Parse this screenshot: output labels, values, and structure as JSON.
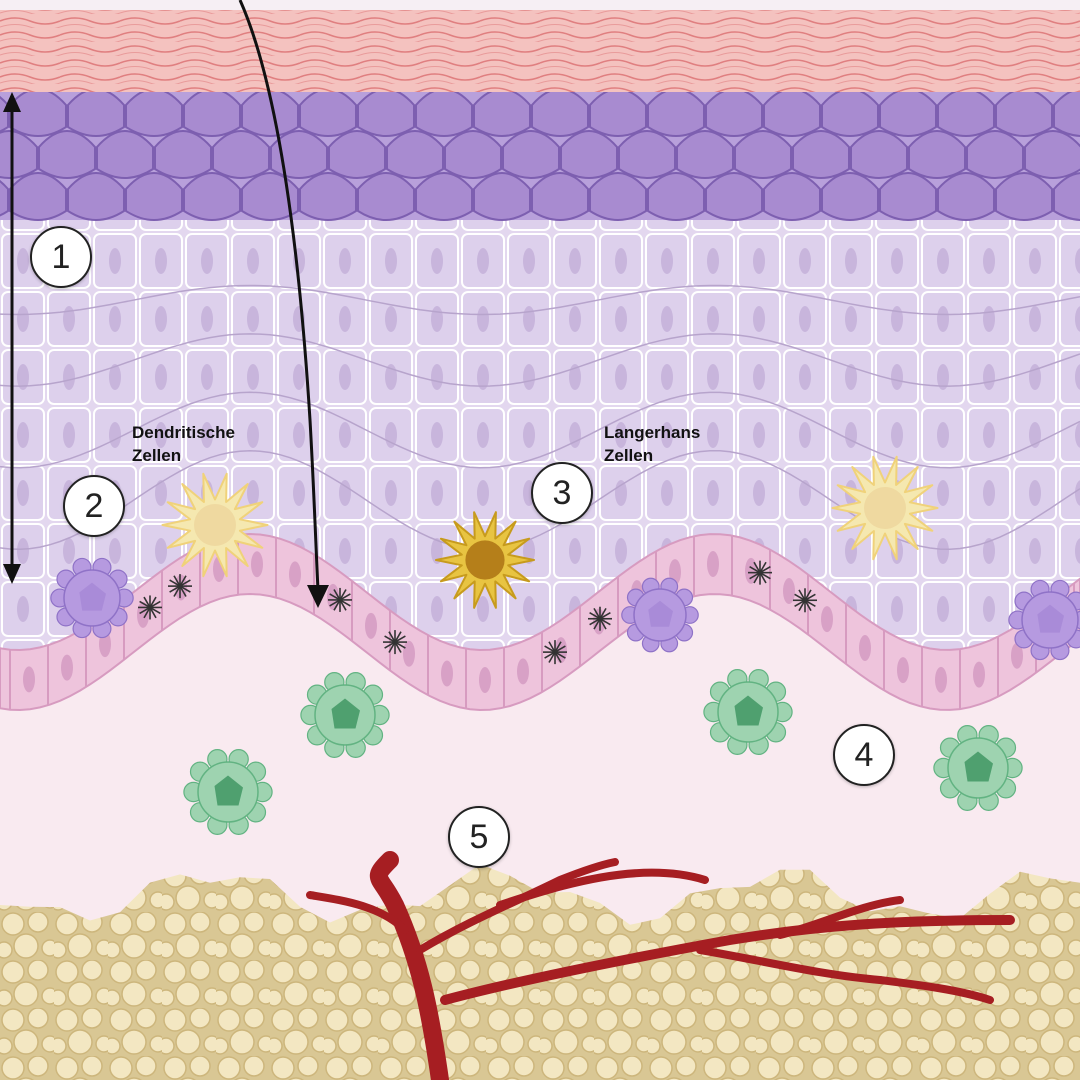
{
  "labels": {
    "dendritic_line1": "Dendritische",
    "dendritic_line2": "Zellen",
    "langerhans_line1": "Langerhans",
    "langerhans_line2": "Zellen"
  },
  "markers": [
    "1",
    "2",
    "3",
    "4",
    "5"
  ],
  "colors": {
    "stratum_corneum": "#f2b9b6",
    "granular_cells": "#a88bd0",
    "spinous_layer": "#ddd0ec",
    "basal_cells": "#eec4dc",
    "dermis": "#f9eaf0",
    "fat_cells": "#efe1b8",
    "blood_vessel": "#a61e22",
    "dendritic_cell": "#f5e8b0",
    "langerhans_cell": "#e8c442",
    "immune_cell_purple": "#b69ae0",
    "immune_cell_green": "#9ed3b0",
    "arrow": "#111111"
  }
}
